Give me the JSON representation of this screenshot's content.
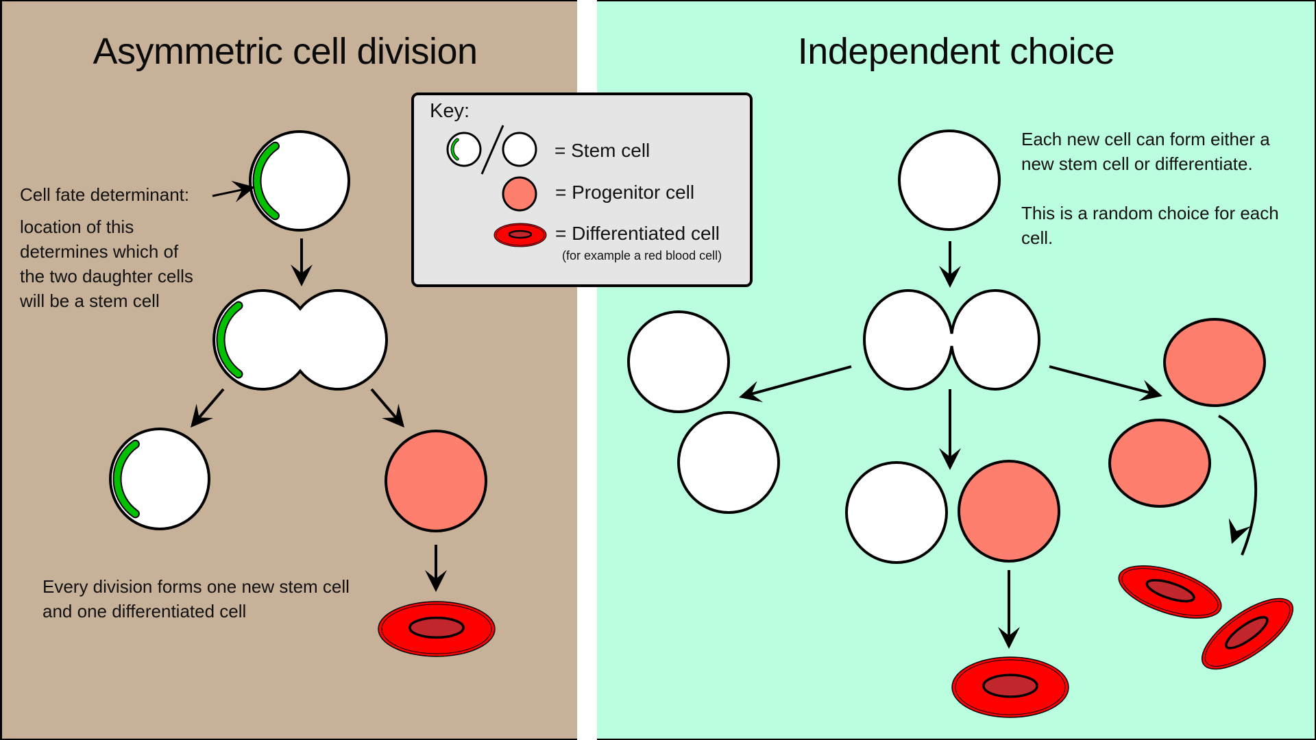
{
  "left_panel": {
    "title": "Asymmetric cell division",
    "background": "#c7b199",
    "annotation_label": "Cell fate determinant:",
    "annotation_lines": [
      "location of this",
      "determines which of",
      "the two daughter cells",
      "will be a stem cell"
    ],
    "summary_lines": [
      "Every division forms one new stem cell",
      "and one differentiated cell"
    ]
  },
  "right_panel": {
    "title": "Independent choice",
    "background": "#bbfddf",
    "description_lines": [
      "Each new cell can form either a",
      "new stem cell or differentiate."
    ],
    "note_lines": [
      "This is a random choice for each",
      "cell."
    ]
  },
  "key": {
    "title": "Key:",
    "items": [
      {
        "symbol": "stem-cell",
        "label": "= Stem cell"
      },
      {
        "symbol": "progenitor-cell",
        "label": "= Progenitor cell"
      },
      {
        "symbol": "differentiated-cell",
        "label": "= Differentiated cell",
        "note": "(for example a red blood cell)"
      }
    ]
  },
  "colors": {
    "stem_cell": "#ffffff",
    "progenitor_cell": "#fe7f6e",
    "differentiated_cell": "#ff0000",
    "differentiated_center": "#c1272d",
    "determinant": "#00c000",
    "key_background": "#e5e5e5"
  }
}
